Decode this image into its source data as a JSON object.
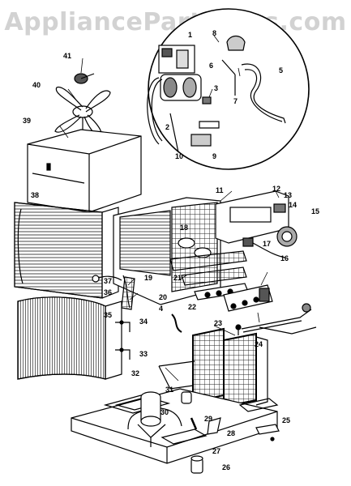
{
  "watermark": "AppliancePartsPros.com",
  "callouts": [
    {
      "id": "c1",
      "text": "1"
    },
    {
      "id": "c2",
      "text": "2"
    },
    {
      "id": "c3",
      "text": "3"
    },
    {
      "id": "c4",
      "text": "4"
    },
    {
      "id": "c5",
      "text": "5"
    },
    {
      "id": "c6",
      "text": "6"
    },
    {
      "id": "c7",
      "text": "7"
    },
    {
      "id": "c8",
      "text": "8"
    },
    {
      "id": "c9",
      "text": "9"
    },
    {
      "id": "c10",
      "text": "10"
    },
    {
      "id": "c11",
      "text": "11"
    },
    {
      "id": "c12",
      "text": "12"
    },
    {
      "id": "c13",
      "text": "13"
    },
    {
      "id": "c14",
      "text": "14"
    },
    {
      "id": "c15",
      "text": "15"
    },
    {
      "id": "c16",
      "text": "16"
    },
    {
      "id": "c17",
      "text": "17"
    },
    {
      "id": "c18",
      "text": "18"
    },
    {
      "id": "c19",
      "text": "19"
    },
    {
      "id": "c20",
      "text": "20"
    },
    {
      "id": "c21",
      "text": "21"
    },
    {
      "id": "c22",
      "text": "22"
    },
    {
      "id": "c23",
      "text": "23"
    },
    {
      "id": "c24",
      "text": "24"
    },
    {
      "id": "c25",
      "text": "25"
    },
    {
      "id": "c26",
      "text": "26"
    },
    {
      "id": "c27",
      "text": "27"
    },
    {
      "id": "c28",
      "text": "28"
    },
    {
      "id": "c29",
      "text": "29"
    },
    {
      "id": "c30",
      "text": "30"
    },
    {
      "id": "c31",
      "text": "31"
    },
    {
      "id": "c32",
      "text": "32"
    },
    {
      "id": "c33",
      "text": "33"
    },
    {
      "id": "c34",
      "text": "34"
    },
    {
      "id": "c35",
      "text": "35"
    },
    {
      "id": "c36",
      "text": "36"
    },
    {
      "id": "c37",
      "text": "37"
    },
    {
      "id": "c38",
      "text": "38"
    },
    {
      "id": "c39",
      "text": "39"
    },
    {
      "id": "c40",
      "text": "40"
    },
    {
      "id": "c41",
      "text": "41"
    }
  ]
}
